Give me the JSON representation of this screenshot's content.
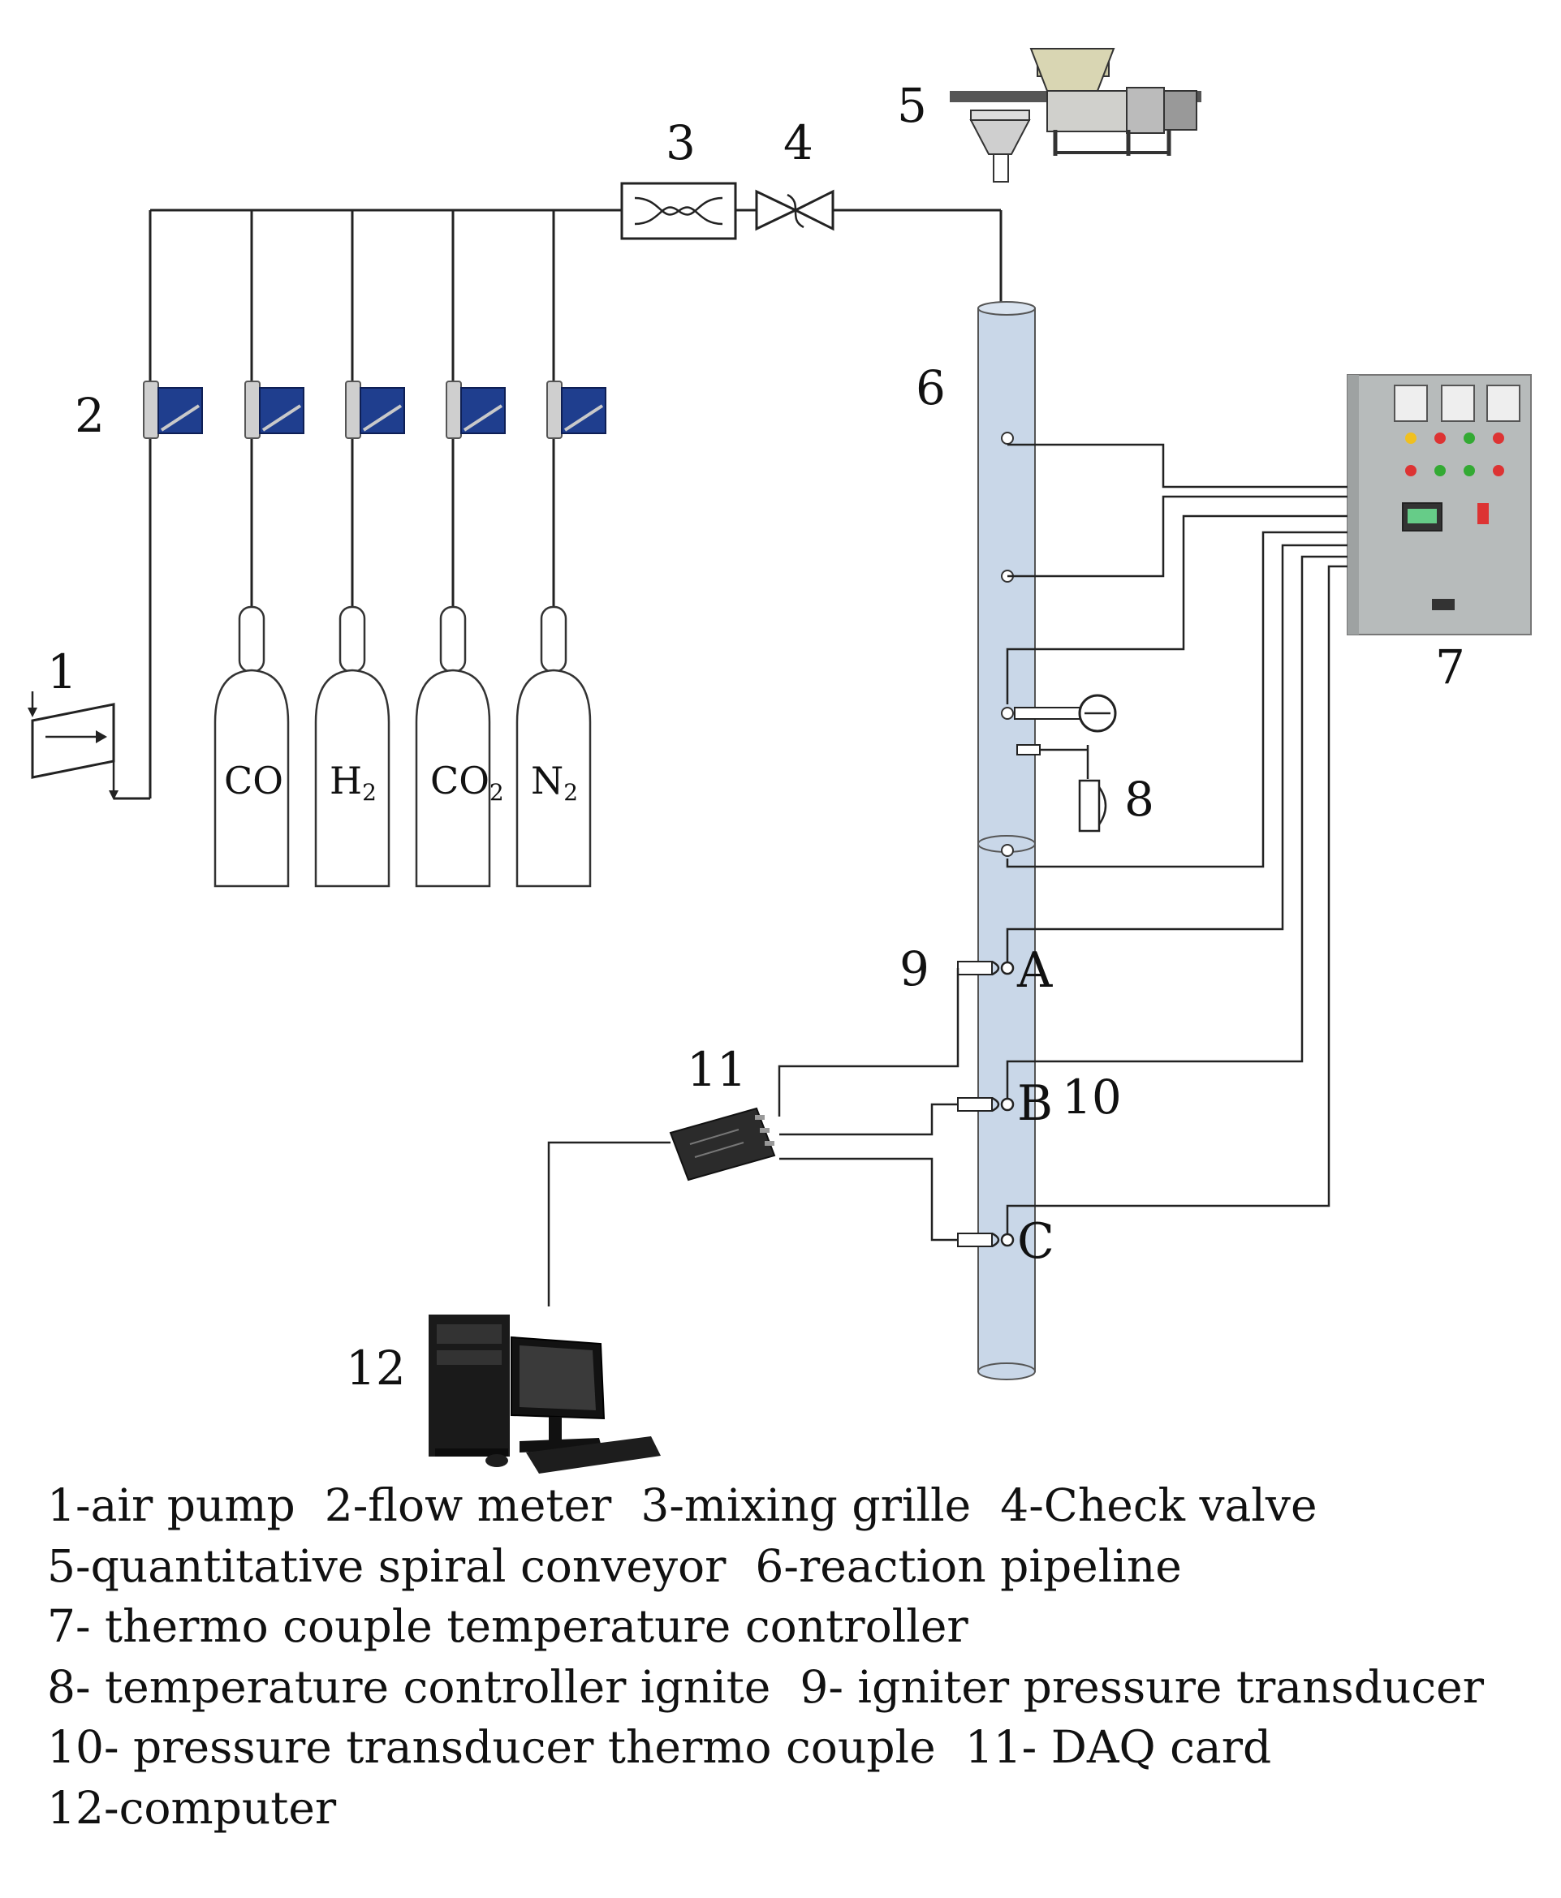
{
  "components": [
    {
      "number": "1",
      "name": "air pump"
    },
    {
      "number": "2",
      "name": "flow meter"
    },
    {
      "number": "3",
      "name": "mixing grille"
    },
    {
      "number": "4",
      "name": "Check valve"
    },
    {
      "number": "5",
      "name": "quantitative spiral conveyor"
    },
    {
      "number": "6",
      "name": "reaction pipeline"
    },
    {
      "number": "7",
      "name": "thermo couple temperature controller"
    },
    {
      "number": "8",
      "name": "temperature controller ignite"
    },
    {
      "number": "9",
      "name": "igniter pressure transducer"
    },
    {
      "number": "10",
      "name": "pressure transducer thermo couple"
    },
    {
      "number": "11",
      "name": "DAQ card"
    },
    {
      "number": "12",
      "name": "computer"
    }
  ],
  "cylinders": [
    {
      "main": "CO",
      "sub": ""
    },
    {
      "main": "H",
      "sub": "2"
    },
    {
      "main": "CO",
      "sub": "2"
    },
    {
      "main": "N",
      "sub": "2"
    }
  ],
  "points": [
    "A",
    "B",
    "C"
  ],
  "legend": [
    [
      "1-air pump",
      "2-flow meter",
      "3-mixing grille",
      "4-Check valve"
    ],
    [
      "5-quantitative spiral conveyor",
      "6-reaction pipeline"
    ],
    [
      "7- thermo couple temperature controller"
    ],
    [
      "8- temperature controller ignite",
      "9- igniter pressure transducer"
    ],
    [
      "10- pressure transducer thermo couple",
      "11- DAQ card"
    ],
    [
      "12-computer"
    ]
  ],
  "colors": {
    "pipe_fill": "#c9d7e8",
    "flowmeter_blue": "#1f3e8e",
    "panel_grey": "#b7bbbb",
    "line": "#222222"
  }
}
